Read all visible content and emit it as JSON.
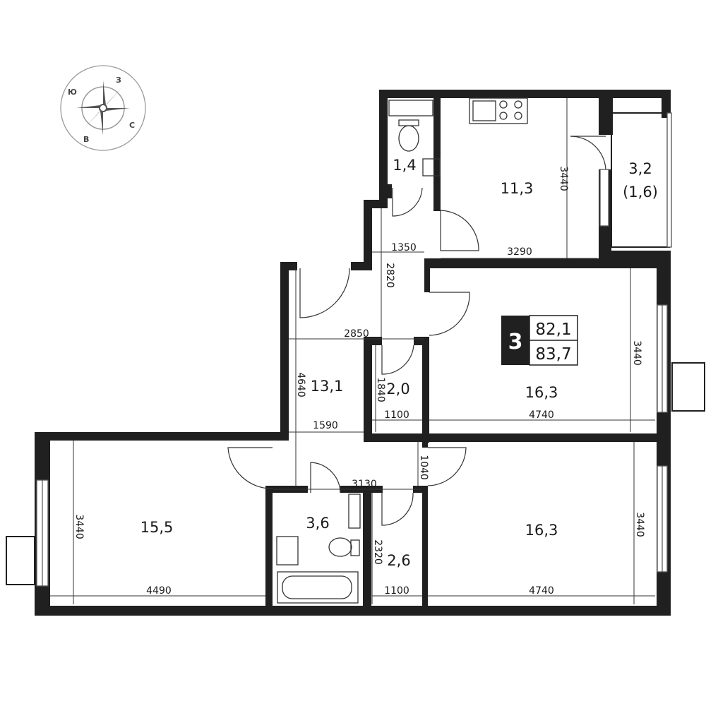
{
  "compass": {
    "letters": [
      "Ю",
      "З",
      "С",
      "В"
    ]
  },
  "badge": {
    "rooms": "3",
    "living_area": "82,1",
    "total_area": "83,7"
  },
  "rooms": {
    "wc": "1,4",
    "kitchen": "11,3",
    "balcony": "3,2",
    "balcony_reduced": "(1,6)",
    "hall": "13,1",
    "storage_top": "2,0",
    "bedroom_top_right": "16,3",
    "living_left": "15,5",
    "bathroom": "3,6",
    "storage_bottom": "2,6",
    "bedroom_bottom_right": "16,3"
  },
  "dimensions": {
    "kitchen_height": "3440",
    "corridor_width": "1350",
    "kitchen_width": "3290",
    "corridor_length": "2820",
    "hall_width": "2850",
    "hall_length": "4640",
    "storage_top_height": "1840",
    "storage_top_width": "1100",
    "bedroom_top_width": "4740",
    "bedroom_top_height": "3440",
    "passage_width": "1590",
    "passage_depth": "1040",
    "corridor_bottom_width": "3130",
    "living_height": "3440",
    "living_width": "4490",
    "storage_bottom_height": "2320",
    "storage_bottom_width": "1100",
    "bedroom_bottom_width": "4740",
    "bedroom_bottom_height": "3440"
  }
}
